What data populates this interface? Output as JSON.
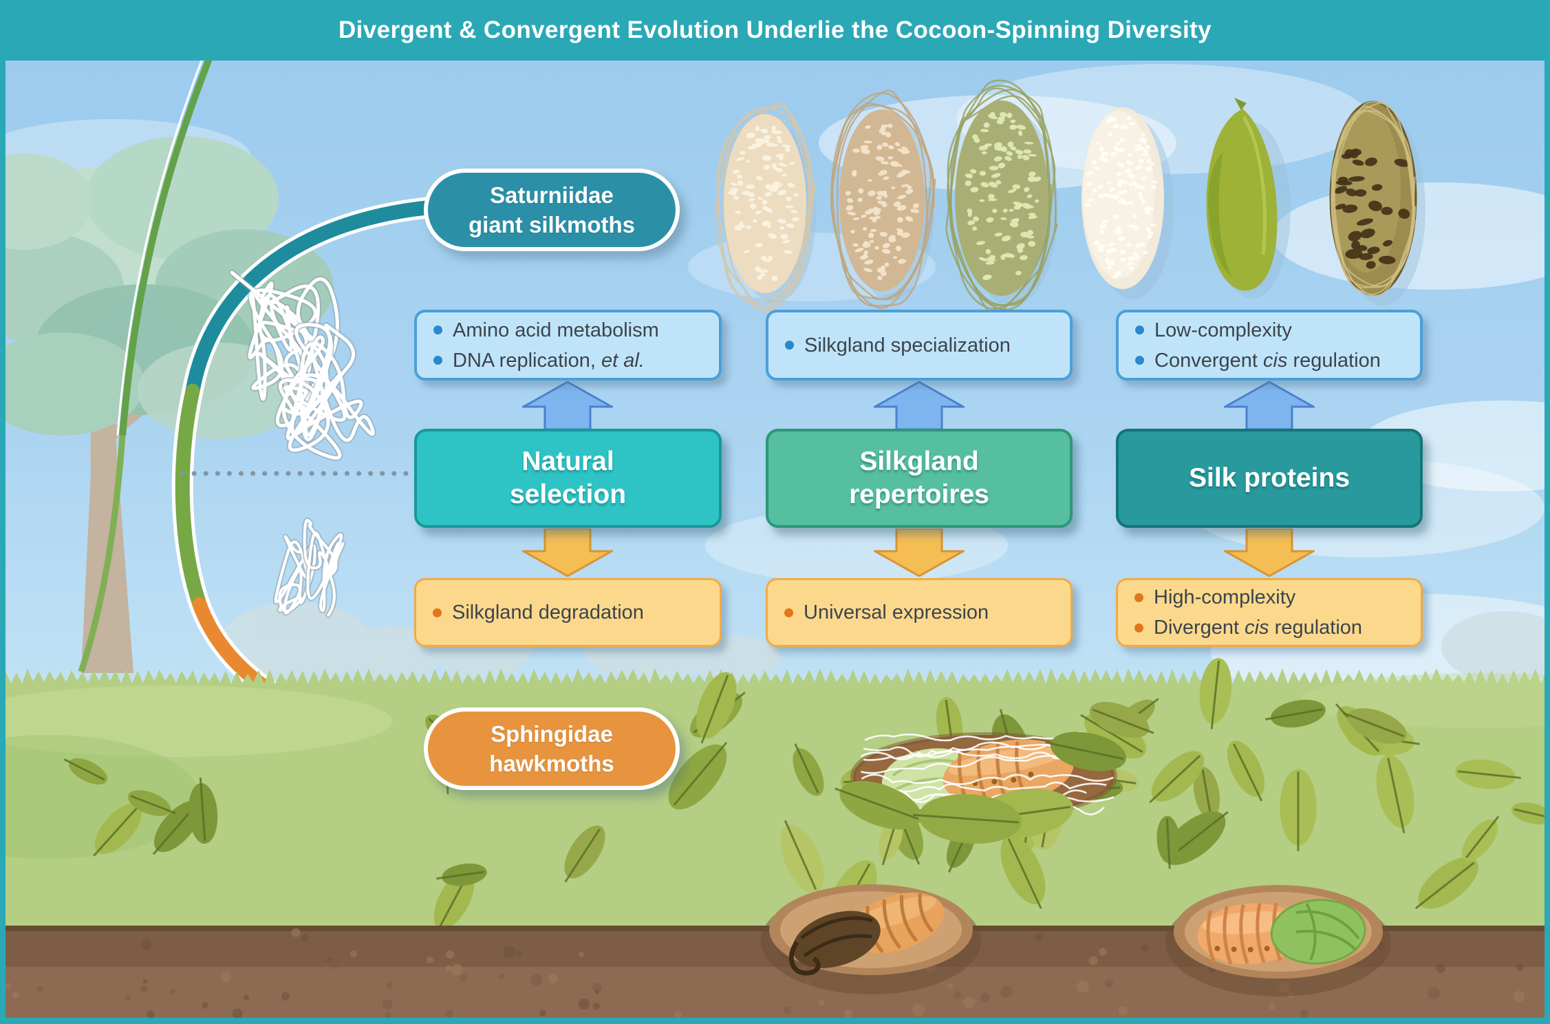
{
  "title": "Divergent & Convergent Evolution Underlie the Cocoon-Spinning Diversity",
  "groups": {
    "saturniidae": {
      "line1": "Saturniidae",
      "line2": "giant silkmoths"
    },
    "sphingidae": {
      "line1": "Sphingidae",
      "line2": "hawkmoths"
    }
  },
  "columns": [
    {
      "name": "natural-selection",
      "label_line1": "Natural",
      "label_line2": "selection",
      "up_items": [
        [
          {
            "t": "Amino acid metabolism"
          }
        ],
        [
          {
            "t": "DNA replication, "
          },
          {
            "t": "et al.",
            "i": true
          }
        ]
      ],
      "down_items": [
        [
          {
            "t": "Silkgland degradation"
          }
        ]
      ]
    },
    {
      "name": "silkgland-repertoires",
      "label_line1": "Silkgland",
      "label_line2": "repertoires",
      "up_items": [
        [
          {
            "t": "Silkgland specialization"
          }
        ]
      ],
      "down_items": [
        [
          {
            "t": "Universal expression"
          }
        ]
      ]
    },
    {
      "name": "silk-proteins",
      "label_line1": "Silk proteins",
      "label_line2": "",
      "up_items": [
        [
          {
            "t": "Low-complexity"
          }
        ],
        [
          {
            "t": "Convergent "
          },
          {
            "t": "cis",
            "i": true
          },
          {
            "t": " regulation"
          }
        ]
      ],
      "down_items": [
        [
          {
            "t": "High-complexity"
          }
        ],
        [
          {
            "t": "Divergent "
          },
          {
            "t": "cis",
            "i": true
          },
          {
            "t": " regulation"
          }
        ]
      ]
    }
  ],
  "illustrations": {
    "cocoons": [
      "cream loose-silk cocoon",
      "tan loose-silk cocoon",
      "olive loose-silk cocoon",
      "white sealed cocoon",
      "green leaf-wrapped cocoon",
      "brown lattice cocoon"
    ],
    "ground": [
      "silk-webbed pupa among fallen leaves",
      "dark pupa in underground chamber",
      "green-winged pupa in underground chamber"
    ],
    "left_side": [
      "tangled silk protein threads",
      "short silk protein strands",
      "divergence arc from Saturniidae to Sphingidae"
    ]
  },
  "colors": {
    "header": "#2BA8B6",
    "saturniidae_pill": "#2B90A7",
    "sphingidae_pill": "#E8943E",
    "box_natural_selection": "#2EC4C5",
    "box_silkgland_repertoires": "#55BF9F",
    "box_silk_proteins": "#289A9D",
    "info_blue": "#BFE4FA",
    "info_yellow": "#FCD88D",
    "arrow_up": "#7FB5EE",
    "arrow_down": "#F5BE55"
  }
}
